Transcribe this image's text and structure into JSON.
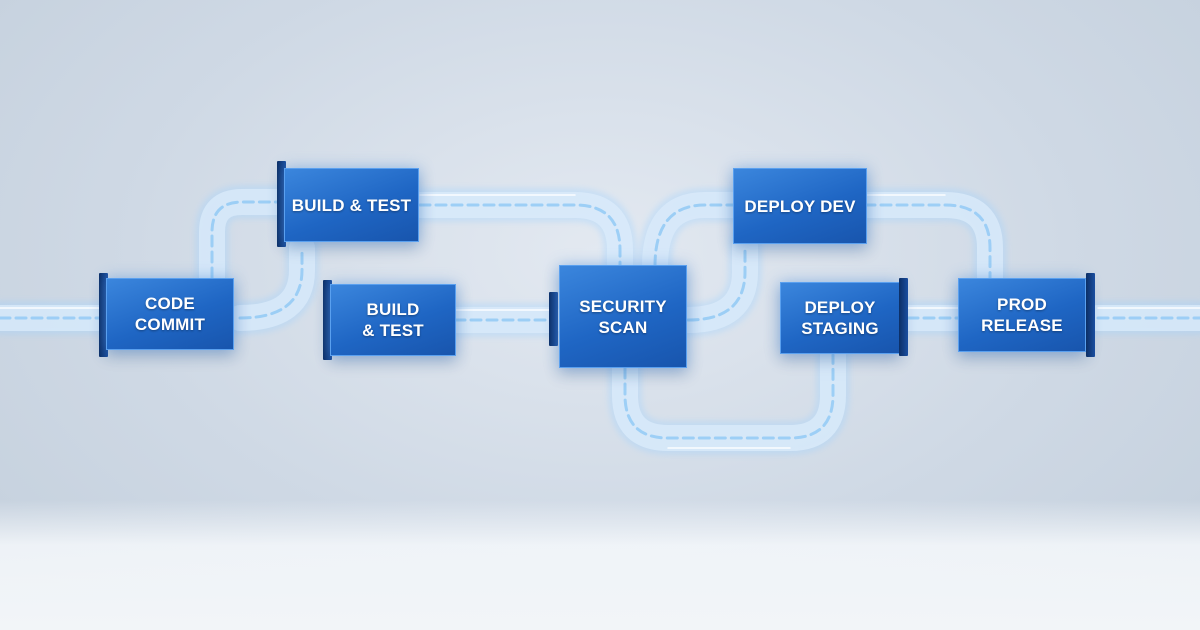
{
  "stages": [
    {
      "id": "code-commit",
      "label": "CODE\nCOMMIT"
    },
    {
      "id": "build-test-upper",
      "label": "BUILD & TEST"
    },
    {
      "id": "build-test-lower",
      "label": "BUILD\n& TEST"
    },
    {
      "id": "security-scan",
      "label": "SECURITY\nSCAN"
    },
    {
      "id": "deploy-dev",
      "label": "DEPLOY DEV"
    },
    {
      "id": "deploy-staging",
      "label": "DEPLOY\nSTAGING"
    },
    {
      "id": "prod-release",
      "label": "PROD\nRELEASE"
    }
  ],
  "colors": {
    "node": "#2370cc",
    "pipe": "#ffffff",
    "glow": "#7cc0ff"
  }
}
